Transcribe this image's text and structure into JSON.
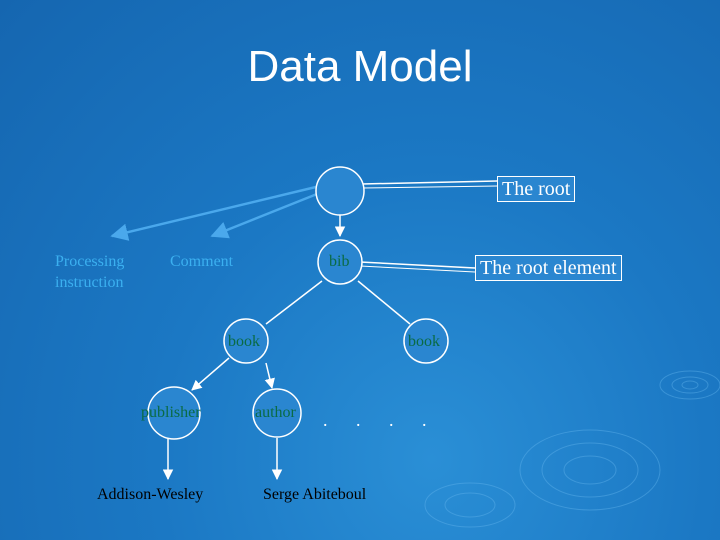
{
  "title": "Data Model",
  "annotations": {
    "root": "The root",
    "root_element": "The root element"
  },
  "labels": {
    "processing": [
      "Processing",
      "instruction"
    ],
    "comment": "Comment",
    "bib": "bib",
    "book_left": "book",
    "book_right": "book",
    "publisher": "publisher",
    "author": "author",
    "ellipsis": ". . . .",
    "addison": "Addison-Wesley",
    "serge": "Serge Abiteboul"
  },
  "colors": {
    "node_label": "#0a6b45",
    "arrow": "#4aa8ec",
    "edge": "#ffffff",
    "background": "#1b78c4"
  }
}
